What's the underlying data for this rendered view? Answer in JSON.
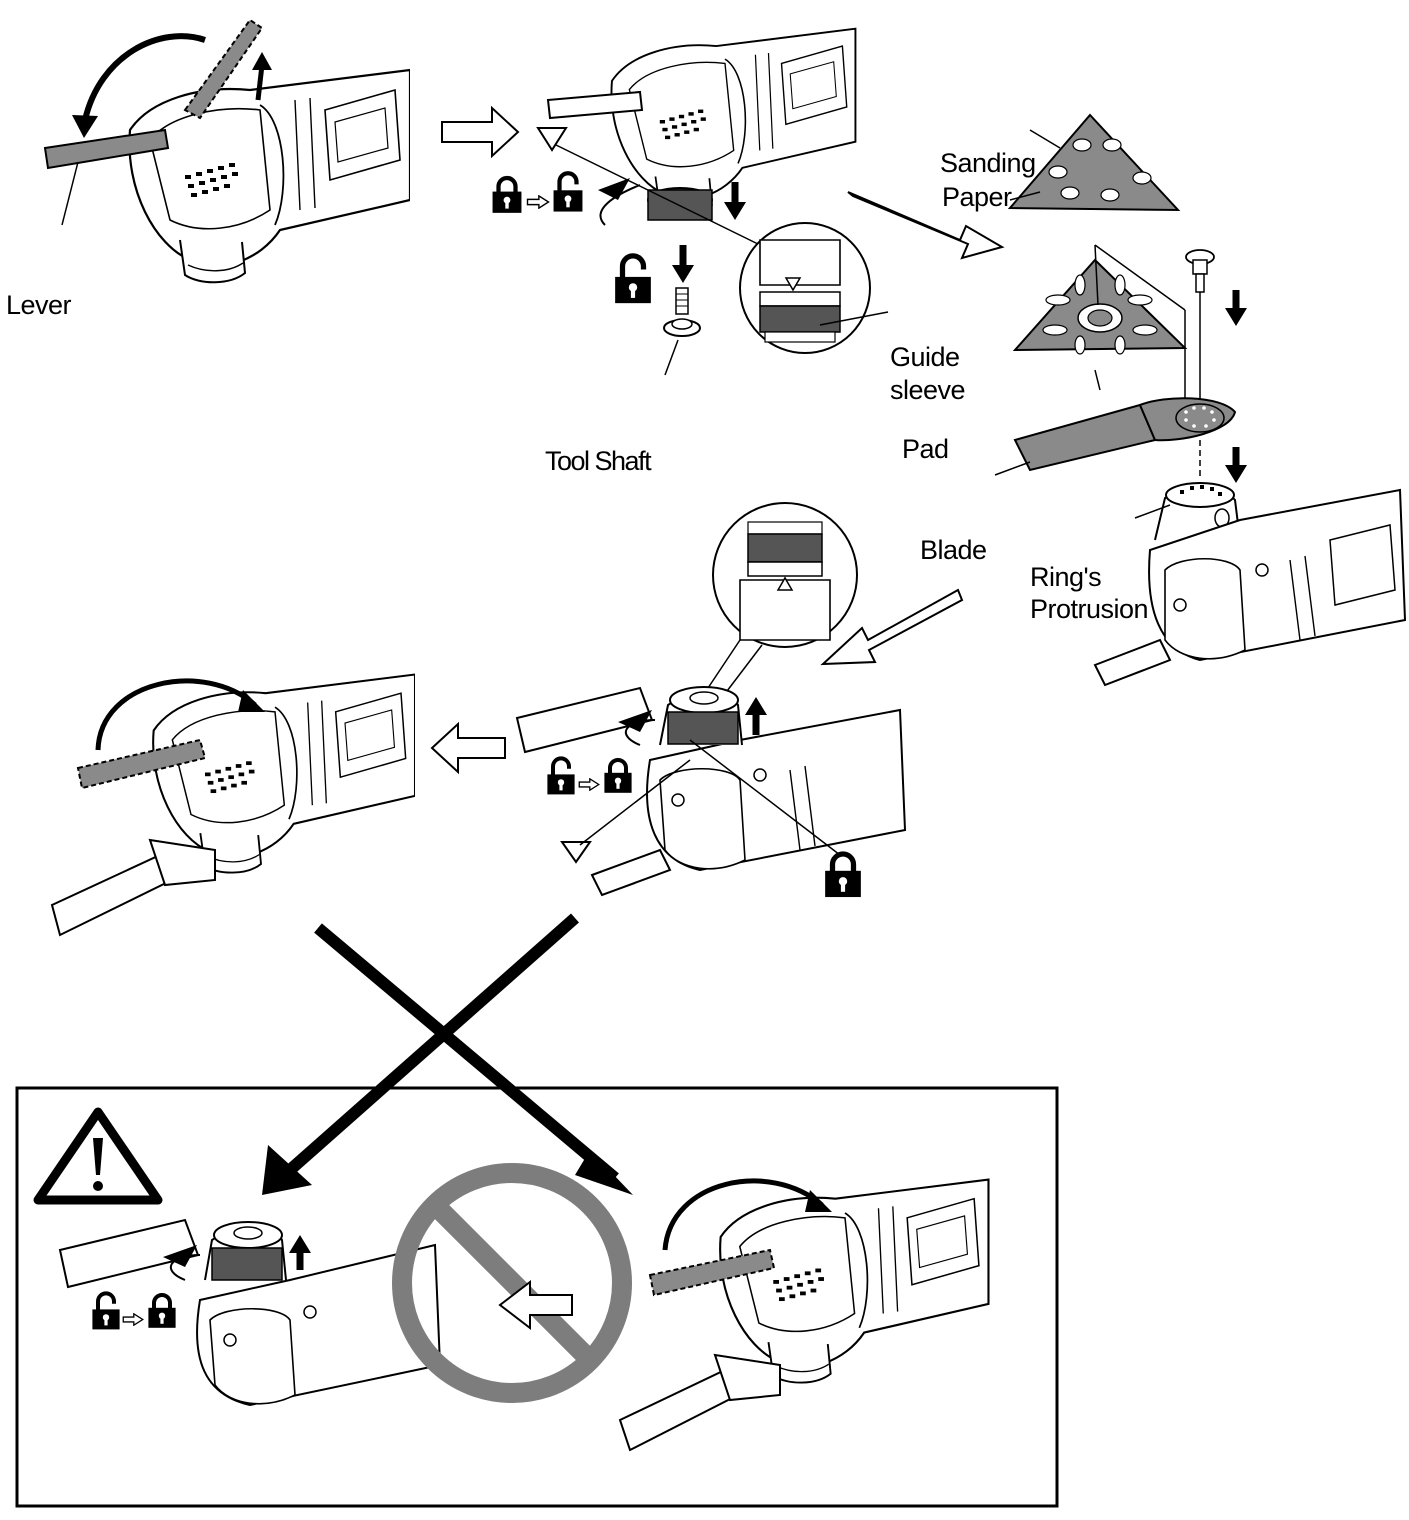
{
  "labels": {
    "lever": "Lever",
    "sanding_paper_line1": "Sanding",
    "sanding_paper_line2": "Paper",
    "guide_sleeve_line1": "Guide",
    "guide_sleeve_line2": "sleeve",
    "tool_shaft": "Tool Shaft",
    "pad": "Pad",
    "blade": "Blade",
    "rings_protrusion_line1": "Ring's",
    "rings_protrusion_line2": "Protrusion"
  },
  "colors": {
    "ink": "#000000",
    "gray_fill": "#8a8a8a",
    "dark_gray": "#555555",
    "prohibition": "#7d7d7d",
    "paper": "#ffffff"
  },
  "icons": {
    "unlock_to_lock": "padlock-open-to-closed",
    "lock_to_unlock": "padlock-closed-to-open",
    "warning": "warning-triangle-icon",
    "prohibited": "prohibition-sign-icon"
  }
}
